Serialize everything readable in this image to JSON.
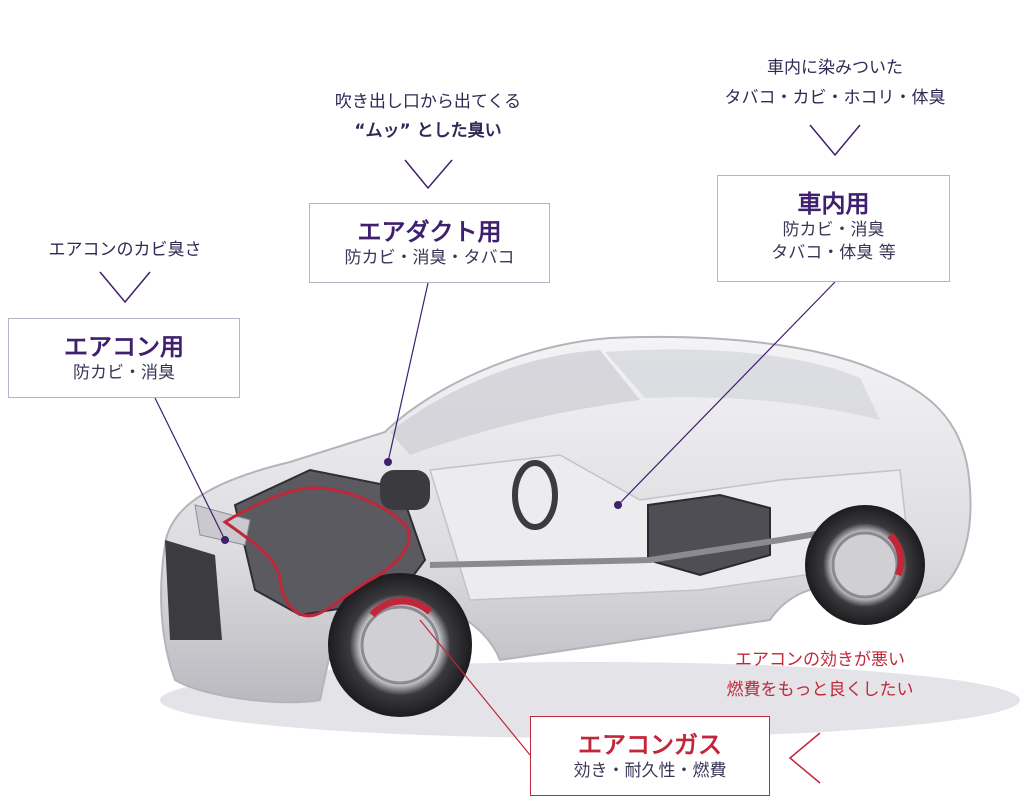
{
  "callouts": {
    "aircon": {
      "caption": "エアコンのカビ臭さ",
      "title": "エアコン用",
      "sub": [
        "防カビ・消臭"
      ]
    },
    "duct": {
      "caption": [
        "吹き出し口から出てくる",
        "“ムッ” とした臭い"
      ],
      "title": "エアダクト用",
      "sub": [
        "防カビ・消臭・タバコ"
      ]
    },
    "interior": {
      "caption": [
        "車内に染みついた",
        "タバコ・カビ・ホコリ・体臭"
      ],
      "title": "車内用",
      "sub": [
        "防カビ・消臭",
        "タバコ・体臭 等"
      ]
    },
    "gas": {
      "caption": [
        "エアコンの効きが悪い",
        "燃費をもっと良くしたい"
      ],
      "title": "エアコンガス",
      "sub": [
        "効き・耐久性・燃費"
      ]
    }
  },
  "colors": {
    "navy": "#3f1f6e",
    "red": "#c0283a"
  }
}
